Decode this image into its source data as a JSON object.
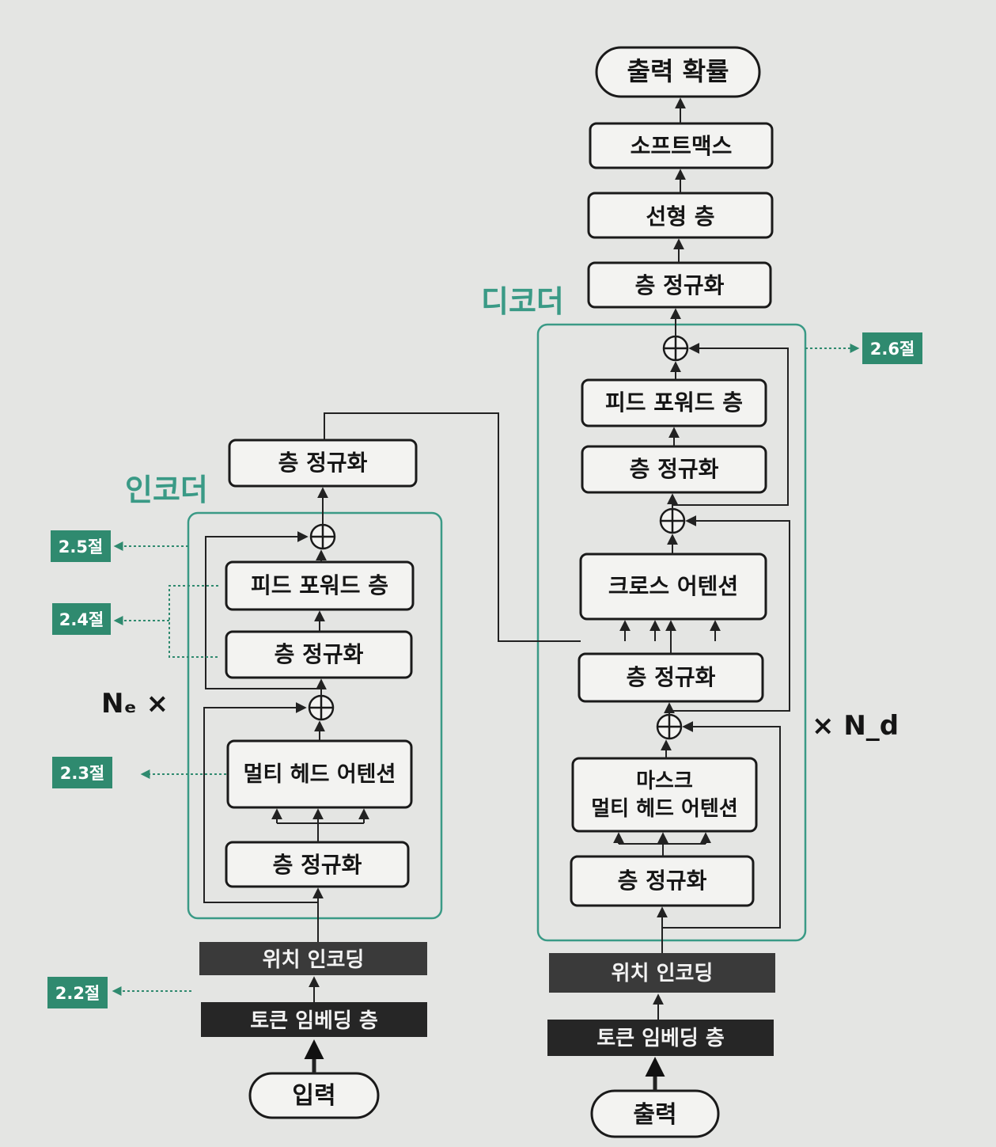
{
  "encoder": {
    "title": "인코더",
    "repeat_label": "Nₑ ×",
    "layer_norm_out": "층 정규화",
    "feed_forward": "피드 포워드 층",
    "layer_norm_2": "층 정규화",
    "multi_head_attention": "멀티 헤드 어텐션",
    "layer_norm_1": "층 정규화",
    "positional_encoding": "위치 인코딩",
    "token_embedding": "토큰 임베딩 층",
    "input": "입력"
  },
  "decoder": {
    "title": "디코더",
    "repeat_label": "× N_d",
    "output_prob": "출력 확률",
    "softmax": "소프트맥스",
    "linear": "선형 층",
    "layer_norm_out": "층 정규화",
    "feed_forward": "피드 포워드 층",
    "layer_norm_3": "층 정규화",
    "cross_attention": "크로스 어텐션",
    "layer_norm_2": "층 정규화",
    "masked_attention_line1": "마스크",
    "masked_attention_line2": "멀티 헤드 어텐션",
    "layer_norm_1": "층 정규화",
    "positional_encoding": "위치 인코딩",
    "token_embedding": "토큰 임베딩 층",
    "output": "출력"
  },
  "section_tags": {
    "s2_2": "2.2절",
    "s2_3": "2.3절",
    "s2_4": "2.4절",
    "s2_5": "2.5절",
    "s2_6": "2.6절"
  },
  "colors": {
    "accent_green": "#3a9a86",
    "tag_green": "#2f8a6f",
    "dark_box": "#2b2b2b",
    "paper": "#e4e5e3"
  }
}
